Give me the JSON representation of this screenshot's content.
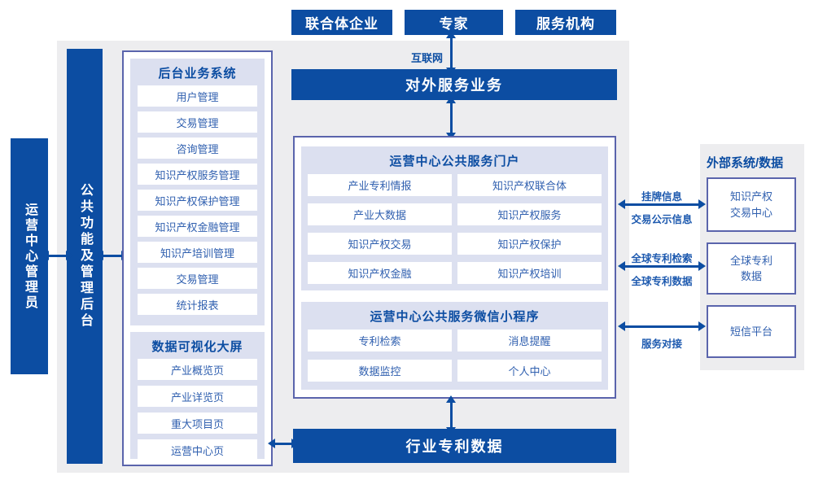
{
  "colors": {
    "primary_blue": "#0C4DA2",
    "panel_gray": "#EDEDEF",
    "panel_lavender": "#DCE0F0",
    "box_border": "#5A64AC",
    "item_text_blue": "#2F5FAF",
    "flow_label_blue": "#1E5AAF"
  },
  "top_actors": {
    "consortium": "联合体企业",
    "expert": "专家",
    "agency": "服务机构"
  },
  "internet_label": "互联网",
  "external_service_bar": "对外服务业务",
  "industry_bar": "行业专利数据",
  "rails": {
    "admin": "运营中心管理员",
    "backend": "公共功能及管理后台"
  },
  "backoffice": {
    "title": "后台业务系统",
    "items": [
      "用户管理",
      "交易管理",
      "咨询管理",
      "知识产权服务管理",
      "知识产权保护管理",
      "知识产权金融管理",
      "知识产培训管理",
      "交易管理",
      "统计报表"
    ]
  },
  "dashboard": {
    "title": "数据可视化大屏",
    "items": [
      "产业概览页",
      "产业详览页",
      "重大项目页",
      "运营中心页"
    ]
  },
  "portal": {
    "title": "运营中心公共服务门户",
    "items": [
      "产业专利情报",
      "知识产权联合体",
      "产业大数据",
      "知识产权服务",
      "知识产权交易",
      "知识产权保护",
      "知识产权金融",
      "知识产权培训"
    ]
  },
  "miniprogram": {
    "title": "运营中心公共服务微信小程序",
    "items": [
      "专利检索",
      "消息提醒",
      "数据监控",
      "个人中心"
    ]
  },
  "external": {
    "title": "外部系统/数据",
    "systems": [
      "知识产权\n交易中心",
      "全球专利\n数据",
      "短信平台"
    ]
  },
  "links": [
    {
      "label_top": "挂牌信息",
      "label_bottom": "交易公示信息"
    },
    {
      "label_top": "全球专利检索",
      "label_bottom": "全球专利数据"
    },
    {
      "label_top": "",
      "label_bottom": "服务对接"
    }
  ]
}
